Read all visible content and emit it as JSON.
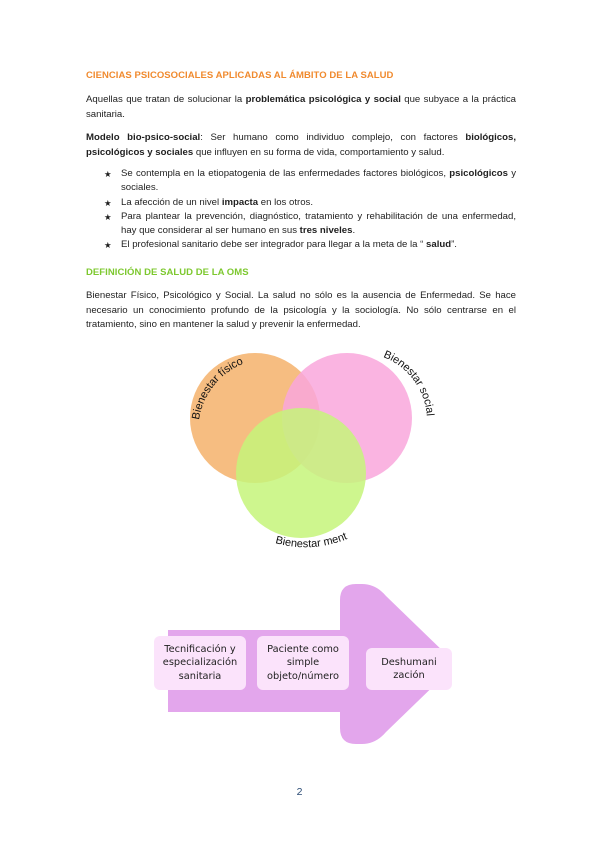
{
  "section1": {
    "heading": "CIENCIAS PSICOSOCIALES APLICADAS AL ÁMBITO DE LA SALUD",
    "intro_a": "Aquellas que tratan de solucionar la ",
    "intro_b": "problemática psicológica y social",
    "intro_c": " que subyace a la práctica sanitaria.",
    "model_a": "Modelo bio-psico-social",
    "model_b": ": Ser humano como individuo complejo, con factores ",
    "model_c": "biológicos, psicológicos y sociales",
    "model_d": " que influyen en su forma de vida, comportamiento y salud.",
    "bullet_icon": "star-icon",
    "bullets": [
      {
        "a": "Se contempla en la etiopatogenia de las enfermedades factores biológicos, ",
        "b": "psicológicos",
        "c": " y sociales."
      },
      {
        "a": "La afección de un nivel ",
        "b": "impacta",
        "c": " en los otros."
      },
      {
        "a": "Para plantear la prevención, diagnóstico, tratamiento y rehabilitación de una enfermedad, hay que considerar al ser humano en sus ",
        "b": "tres niveles",
        "c": "."
      },
      {
        "a": "El profesional sanitario debe ser integrador para llegar a la meta de la “ ",
        "b": "salud",
        "c": "”."
      }
    ]
  },
  "section2": {
    "heading": "DEFINICIÓN DE SALUD DE LA OMS",
    "paragraph": "Bienestar Físico, Psicológico y Social. La salud no sólo es la ausencia de Enfermedad. Se hace necesario un conocimiento profundo de la psicología y la sociología. No sólo centrarse en el tratamiento, sino en mantener la salud y prevenir la enfermedad."
  },
  "venn": {
    "labels": {
      "fisico": "Bienestar físico",
      "social": "Bienestar social",
      "mental": "Bienestar mental"
    },
    "colors": {
      "fisico": "#f5b26b",
      "social": "#f9a7dc",
      "mental": "#c6f57a"
    }
  },
  "process": {
    "arrow_color": "#e3a6ec",
    "box_color": "#fbe3fb",
    "boxes": [
      "Tecnificación y especialización sanitaria",
      "Paciente como simple objeto/número",
      "Deshumani zación"
    ]
  },
  "page_number": "2"
}
